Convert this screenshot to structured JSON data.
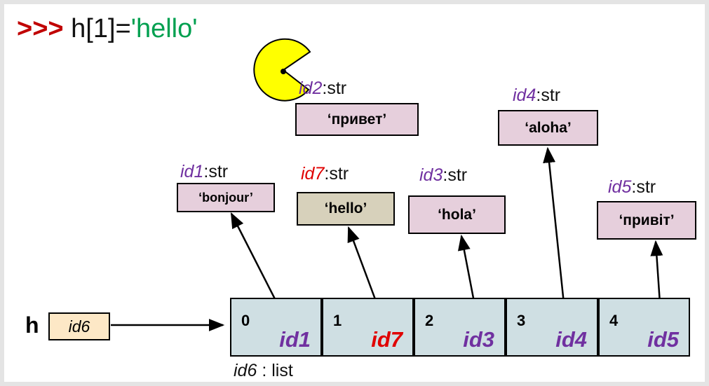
{
  "code": {
    "prompt": ">>>",
    "text": " h[1]=",
    "value": "'hello'"
  },
  "objects": [
    {
      "id": "id2",
      "type": ":str",
      "value": "‘привет’"
    },
    {
      "id": "id1",
      "type": ":str",
      "value": "‘bonjour’"
    },
    {
      "id": "id7",
      "type": ":str",
      "value": "‘hello’"
    },
    {
      "id": "id3",
      "type": ":str",
      "value": "‘hola’"
    },
    {
      "id": "id4",
      "type": ":str",
      "value": "‘aloha’"
    },
    {
      "id": "id5",
      "type": ":str",
      "value": "‘привіт’"
    }
  ],
  "variable": {
    "name": "h",
    "ref": "id6"
  },
  "list": {
    "cells": [
      {
        "index": "0",
        "ref": "id1"
      },
      {
        "index": "1",
        "ref": "id7"
      },
      {
        "index": "2",
        "ref": "id3"
      },
      {
        "index": "3",
        "ref": "id4"
      },
      {
        "index": "4",
        "ref": "id5"
      }
    ],
    "label_id": "id6",
    "label_type": " : list"
  },
  "colors": {
    "id_purple": "#7030a0",
    "new_red": "#e00000",
    "str_bg": "#e6cfdc",
    "new_bg": "#d7d1bb",
    "list_bg": "#cfdfe3",
    "var_bg": "#fde8c6",
    "prompt_red": "#c00000",
    "string_green": "#00a050",
    "pacman_yellow": "#ffff00"
  }
}
